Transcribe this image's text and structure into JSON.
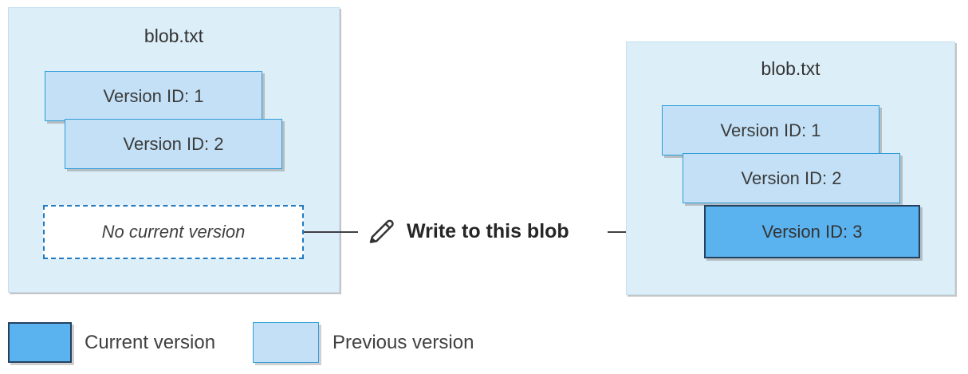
{
  "left_blob": {
    "title": "blob.txt",
    "versions": [
      {
        "label": "Version ID: 1",
        "state": "previous"
      },
      {
        "label": "Version ID: 2",
        "state": "previous"
      }
    ],
    "placeholder": "No current version"
  },
  "action": {
    "icon": "pencil-icon",
    "label": "Write to this blob"
  },
  "right_blob": {
    "title": "blob.txt",
    "versions": [
      {
        "label": "Version ID: 1",
        "state": "previous"
      },
      {
        "label": "Version ID: 2",
        "state": "previous"
      },
      {
        "label": "Version ID: 3",
        "state": "current"
      }
    ]
  },
  "legend": [
    {
      "label": "Current version",
      "color": "#5AB2EE",
      "border": "#24425F"
    },
    {
      "label": "Previous version",
      "color": "#C3E0F6",
      "border": "#2F9CD9"
    }
  ],
  "colors": {
    "box_fill": "#DCEEF8",
    "box_border": "#C6E0EF",
    "previous_card_fill": "#C3E0F6",
    "previous_card_border": "#2F9CD9",
    "current_card_fill": "#5AB2EE",
    "current_card_border": "#24425F",
    "dashed_border": "#1E7AC2",
    "arrow": "#404040"
  }
}
